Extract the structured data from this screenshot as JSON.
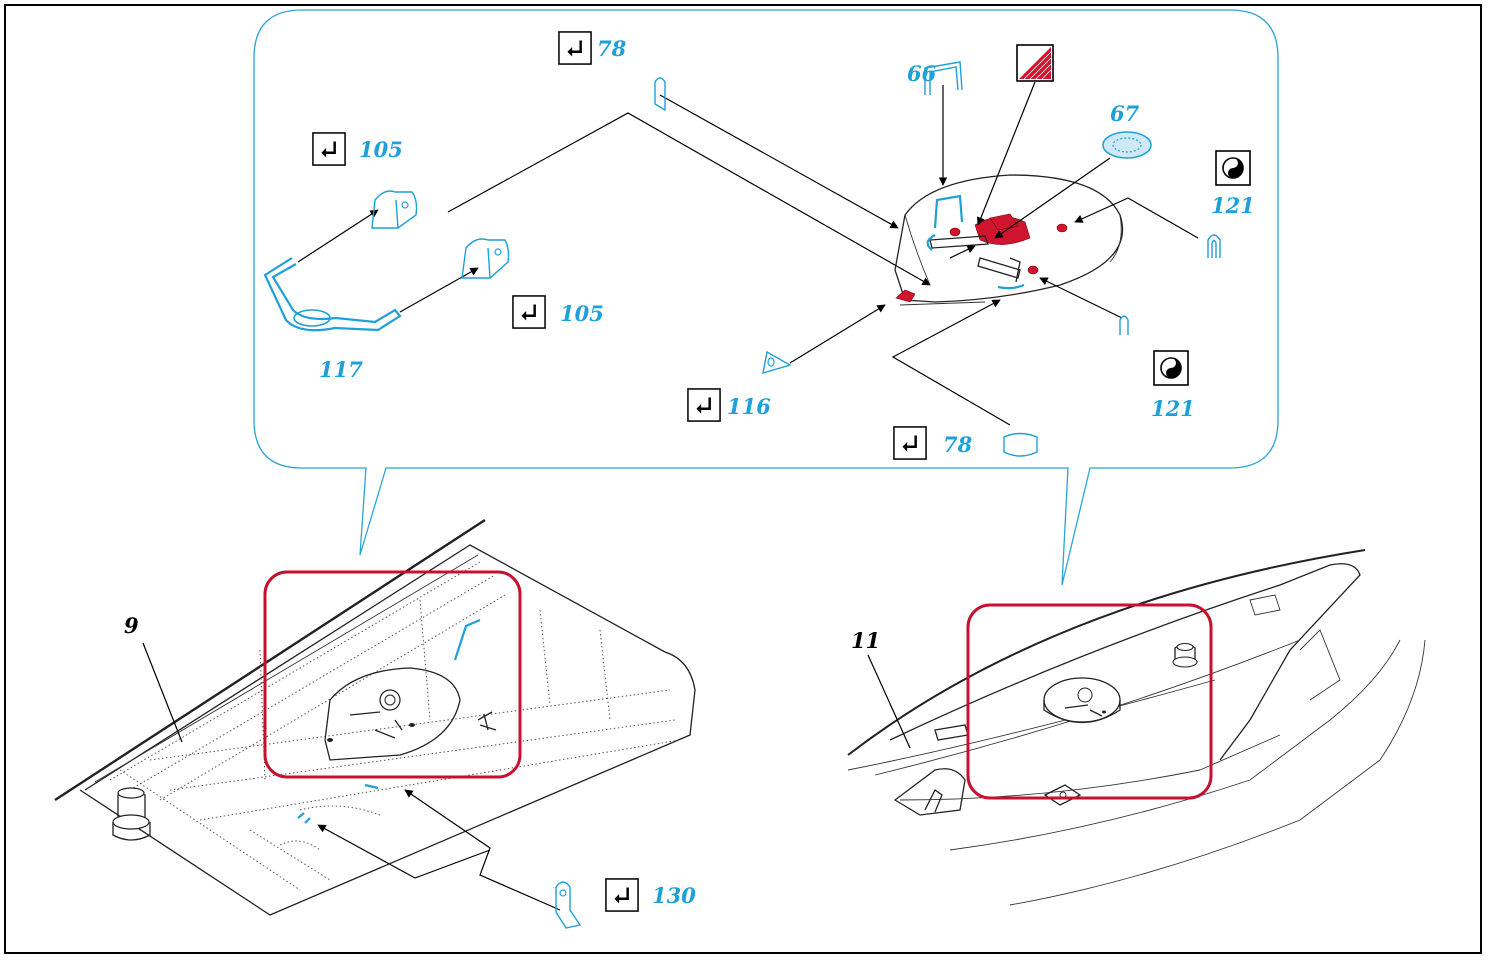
{
  "callout_labels": {
    "bracket_left_upper": "105",
    "bracket_left_lower": "105",
    "handle": "117",
    "top_part": "78",
    "bottom_part": "78",
    "strap": "66",
    "grille": "67",
    "pin_upper": "121",
    "pin_lower": "121",
    "tab": "116"
  },
  "main_labels": {
    "left_assembly": "9",
    "right_assembly": "11",
    "lower_tab": "130"
  },
  "icons": {
    "fold": "fold-arrow-icon",
    "paint": "red-paint-swatch-icon",
    "yinyang": "yin-yang-icon"
  },
  "colors": {
    "part_blue": "#1ea0d8",
    "highlight_red": "#c8102e",
    "paint_red": "#d0152e"
  }
}
